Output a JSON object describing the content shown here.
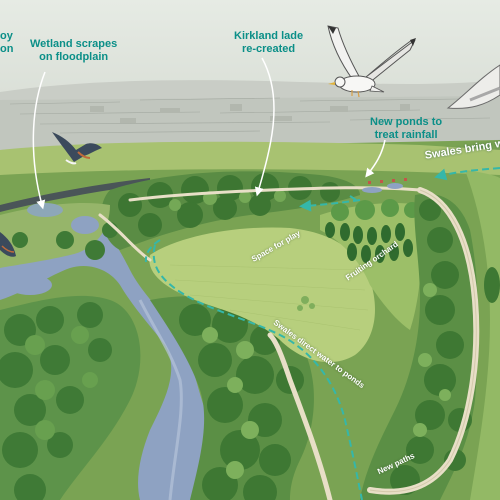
{
  "labels": {
    "wetland_line1": "Wetland scrapes",
    "wetland_line2": "on floodplain",
    "kirkland_line1": "Kirkland lade",
    "kirkland_line2": "re-created",
    "ponds_line1": "New ponds to",
    "ponds_line2": "treat rainfall",
    "swales_bring": "Swales bring wat",
    "cut_top_left": "oy",
    "cut_left_2": "on",
    "space_for_play": "Space for play",
    "fruiting_orchard": "Fruiting orchard",
    "swales_direct": "Swales direct water to ponds",
    "new_paths": "New paths"
  },
  "colors": {
    "label_teal": "#0b8f88",
    "meadow": "#b7cf7d",
    "river": "#8ea2c2",
    "woodland": "#4f8a3c",
    "sky": "#e3e8e1"
  }
}
